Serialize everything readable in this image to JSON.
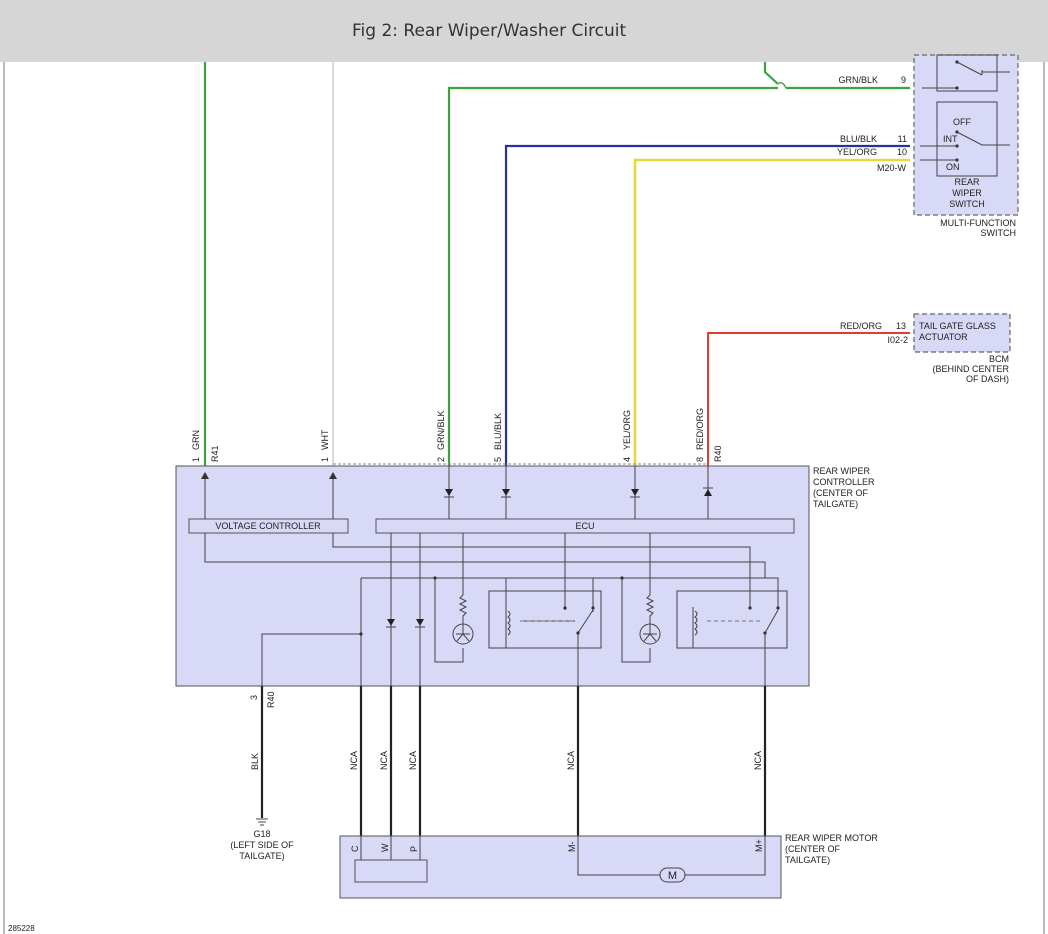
{
  "title": "Fig 2: Rear Wiper/Washer Circuit",
  "colors": {
    "grn": "#3ca23c",
    "wht": "#cfcfcf",
    "blu": "#2730a5",
    "yel": "#e8d93b",
    "red": "#e23c2c",
    "blk": "#1a1a1a",
    "component_fill": "#d8d8f7"
  },
  "multifunction": {
    "grn_blk_label": "GRN/BLK",
    "grn_blk_pin": "9",
    "blu_blk_label": "BLU/BLK",
    "blu_blk_pin": "11",
    "yel_org_label": "YEL/ORG",
    "yel_org_pin": "10",
    "connector": "M20-W",
    "switch_positions": [
      "OFF",
      "INT",
      "ON"
    ],
    "switch_name": [
      "REAR",
      "WIPER",
      "SWITCH"
    ],
    "component_name": [
      "MULTI-FUNCTION",
      "SWITCH"
    ]
  },
  "bcm": {
    "wire_label": "RED/ORG",
    "pin": "13",
    "connector": "I02-2",
    "box_text": [
      "TAIL GATE GLASS",
      "ACTUATOR"
    ],
    "component_name": [
      "BCM",
      "(BEHIND CENTER",
      "OF DASH)"
    ]
  },
  "controller": {
    "name": [
      "REAR WIPER",
      "CONTROLLER",
      "(CENTER OF",
      "TAILGATE)"
    ],
    "voltage_controller": "VOLTAGE CONTROLLER",
    "ecu": "ECU",
    "top_pins": [
      {
        "pin": "1",
        "wire": "GRN",
        "conn": "R41"
      },
      {
        "pin": "1",
        "wire": "WHT",
        "conn": ""
      },
      {
        "pin": "2",
        "wire": "GRN/BLK",
        "conn": ""
      },
      {
        "pin": "5",
        "wire": "BLU/BLK",
        "conn": ""
      },
      {
        "pin": "4",
        "wire": "YEL/ORG",
        "conn": ""
      },
      {
        "pin": "8",
        "wire": "RED/ORG",
        "conn": "R40"
      }
    ],
    "bottom_pin": {
      "pin": "3",
      "conn": "R40"
    }
  },
  "bottom_wires": [
    "BLK",
    "NCA",
    "NCA",
    "NCA",
    "NCA",
    "NCA"
  ],
  "ground": {
    "id": "G18",
    "location": [
      "(LEFT SIDE OF",
      "TAILGATE)"
    ]
  },
  "motor": {
    "name": [
      "REAR WIPER MOTOR",
      "(CENTER OF",
      "TAILGATE)"
    ],
    "terminals": [
      "C",
      "W",
      "P",
      "M-",
      "M+"
    ],
    "symbol": "M"
  },
  "figure_id": "285228"
}
